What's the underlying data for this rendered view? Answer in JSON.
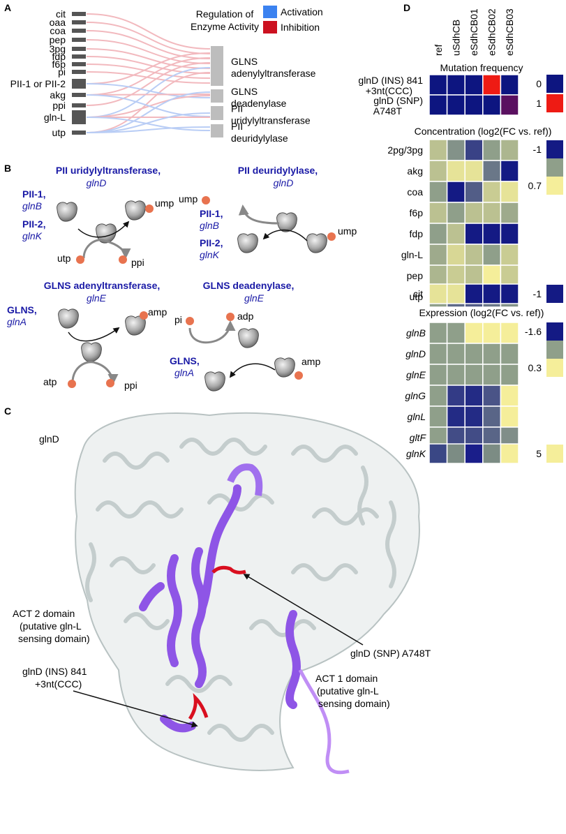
{
  "panel_a": {
    "letter": "A",
    "legend_title_1": "Regulation of",
    "legend_title_2": "Enzyme Activity",
    "activation_label": "Activation",
    "inhibition_label": "Inhibition",
    "colors": {
      "activation": "#3b82f0",
      "inhibition": "#cc1120",
      "act_line": "#b9cdf5",
      "inh_line": "#f2b9be"
    },
    "metabolites": [
      "cit",
      "oaa",
      "coa",
      "pep",
      "3pg",
      "fdp",
      "f6p",
      "pi",
      "PII-1 or PII-2",
      "akg",
      "ppi",
      "gln-L",
      "utp"
    ],
    "enzymes": [
      {
        "l1": "GLNS",
        "l2": "adenylyltransferase"
      },
      {
        "l1": "GLNS",
        "l2": "deadenylase"
      },
      {
        "l1": "PII",
        "l2": "uridylyltransferase"
      },
      {
        "l1": "PII",
        "l2": "deuridylylase"
      }
    ]
  },
  "panel_b": {
    "letter": "B",
    "rx1": {
      "title": "PII uridylyltransferase,",
      "gene": "glnD",
      "s1": "PII-1,",
      "g1": "glnB",
      "s2": "PII-2,",
      "g2": "glnK",
      "in": "utp",
      "out1": "ump",
      "out2": "ppi"
    },
    "rx2": {
      "title": "PII deuridylylase,",
      "gene": "glnD",
      "s1": "PII-1,",
      "g1": "glnB",
      "s2": "PII-2,",
      "g2": "glnK",
      "in": "ump",
      "out": "ump"
    },
    "rx3": {
      "title": "GLNS adenyltransferase,",
      "gene": "glnE",
      "s": "GLNS,",
      "g": "glnA",
      "in": "atp",
      "out1": "amp",
      "out2": "ppi"
    },
    "rx4": {
      "title": "GLNS deadenylase,",
      "gene": "glnE",
      "s": "GLNS,",
      "g": "glnA",
      "in1": "pi",
      "out": "adp",
      "in2": "amp"
    }
  },
  "panel_c": {
    "letter": "C",
    "protein": "glnD",
    "act2_1": "ACT 2 domain",
    "act2_2": "(putative gln-L",
    "act2_3": "sensing domain)",
    "ins_1": "glnD (INS) 841",
    "ins_2": "+3nt(CCC)",
    "snp": "glnD (SNP) A748T",
    "act1_1": "ACT 1 domain",
    "act1_2": "(putative gln-L",
    "act1_3": "sensing domain)"
  },
  "panel_d": {
    "letter": "D",
    "strains": [
      "ref",
      "uSdhCB",
      "eSdhCB01",
      "eSdhCB02",
      "eSdhCB03"
    ],
    "mutation": {
      "title": "Mutation frequency",
      "rows": [
        {
          "l1": "glnD (INS) 841",
          "l2": "+3nt(CCC)",
          "values": [
            0,
            0,
            0,
            1,
            0
          ]
        },
        {
          "l1": "glnD (SNP)",
          "l2": "A748T",
          "values": [
            0,
            0,
            0,
            0,
            0.3
          ]
        }
      ],
      "scale": [
        "0",
        "1"
      ]
    },
    "concentration": {
      "title": "Concentration (log2(FC vs. ref))",
      "rows": [
        {
          "label": "2pg/3pg",
          "values": [
            0.3,
            -0.1,
            -0.7,
            0.0,
            0.2
          ]
        },
        {
          "label": "akg",
          "values": [
            0.3,
            0.6,
            0.6,
            -0.3,
            -1.0
          ]
        },
        {
          "label": "coa",
          "values": [
            0.0,
            -1.0,
            -0.5,
            0.4,
            0.6
          ]
        },
        {
          "label": "f6p",
          "values": [
            0.3,
            0.0,
            0.3,
            0.3,
            0.1
          ]
        },
        {
          "label": "fdp",
          "values": [
            0.0,
            0.3,
            -1.0,
            -1.0,
            -1.0
          ]
        },
        {
          "label": "gln-L",
          "values": [
            0.1,
            0.5,
            0.3,
            0.0,
            0.4
          ]
        },
        {
          "label": "pep",
          "values": [
            0.2,
            0.4,
            0.3,
            0.7,
            0.4
          ]
        },
        {
          "label": "utp",
          "values": [
            0.0,
            -0.4,
            -0.5,
            -0.3,
            -0.1
          ]
        }
      ],
      "cit": {
        "label": "cit",
        "values": [
          0.6,
          0.6,
          -1.0,
          -1.0,
          -1.0
        ]
      },
      "scale": [
        "-1",
        "0.7"
      ],
      "cit_scale": "-1"
    },
    "expression": {
      "title": "Expression (log2(FC vs. ref))",
      "rows": [
        {
          "label": "glnB",
          "values": [
            0.0,
            0.0,
            0.3,
            0.3,
            0.3
          ]
        },
        {
          "label": "glnD",
          "values": [
            0.0,
            0.0,
            0.0,
            0.0,
            0.0
          ]
        },
        {
          "label": "glnE",
          "values": [
            0.0,
            0.0,
            0.0,
            0.0,
            0.0
          ]
        },
        {
          "label": "glnG",
          "values": [
            0.0,
            -1.2,
            -1.4,
            -0.9,
            0.3
          ]
        },
        {
          "label": "glnL",
          "values": [
            0.0,
            -1.4,
            -1.4,
            -0.7,
            0.3
          ]
        },
        {
          "label": "gltF",
          "values": [
            0.0,
            -1.0,
            -1.0,
            -0.7,
            -0.2
          ]
        }
      ],
      "glnK": {
        "label": "glnK",
        "values": [
          0.6,
          2.0,
          0.0,
          2.0,
          5.0
        ]
      },
      "scale": [
        "-1.6",
        "0.3"
      ],
      "glnk_scale": "5"
    }
  }
}
